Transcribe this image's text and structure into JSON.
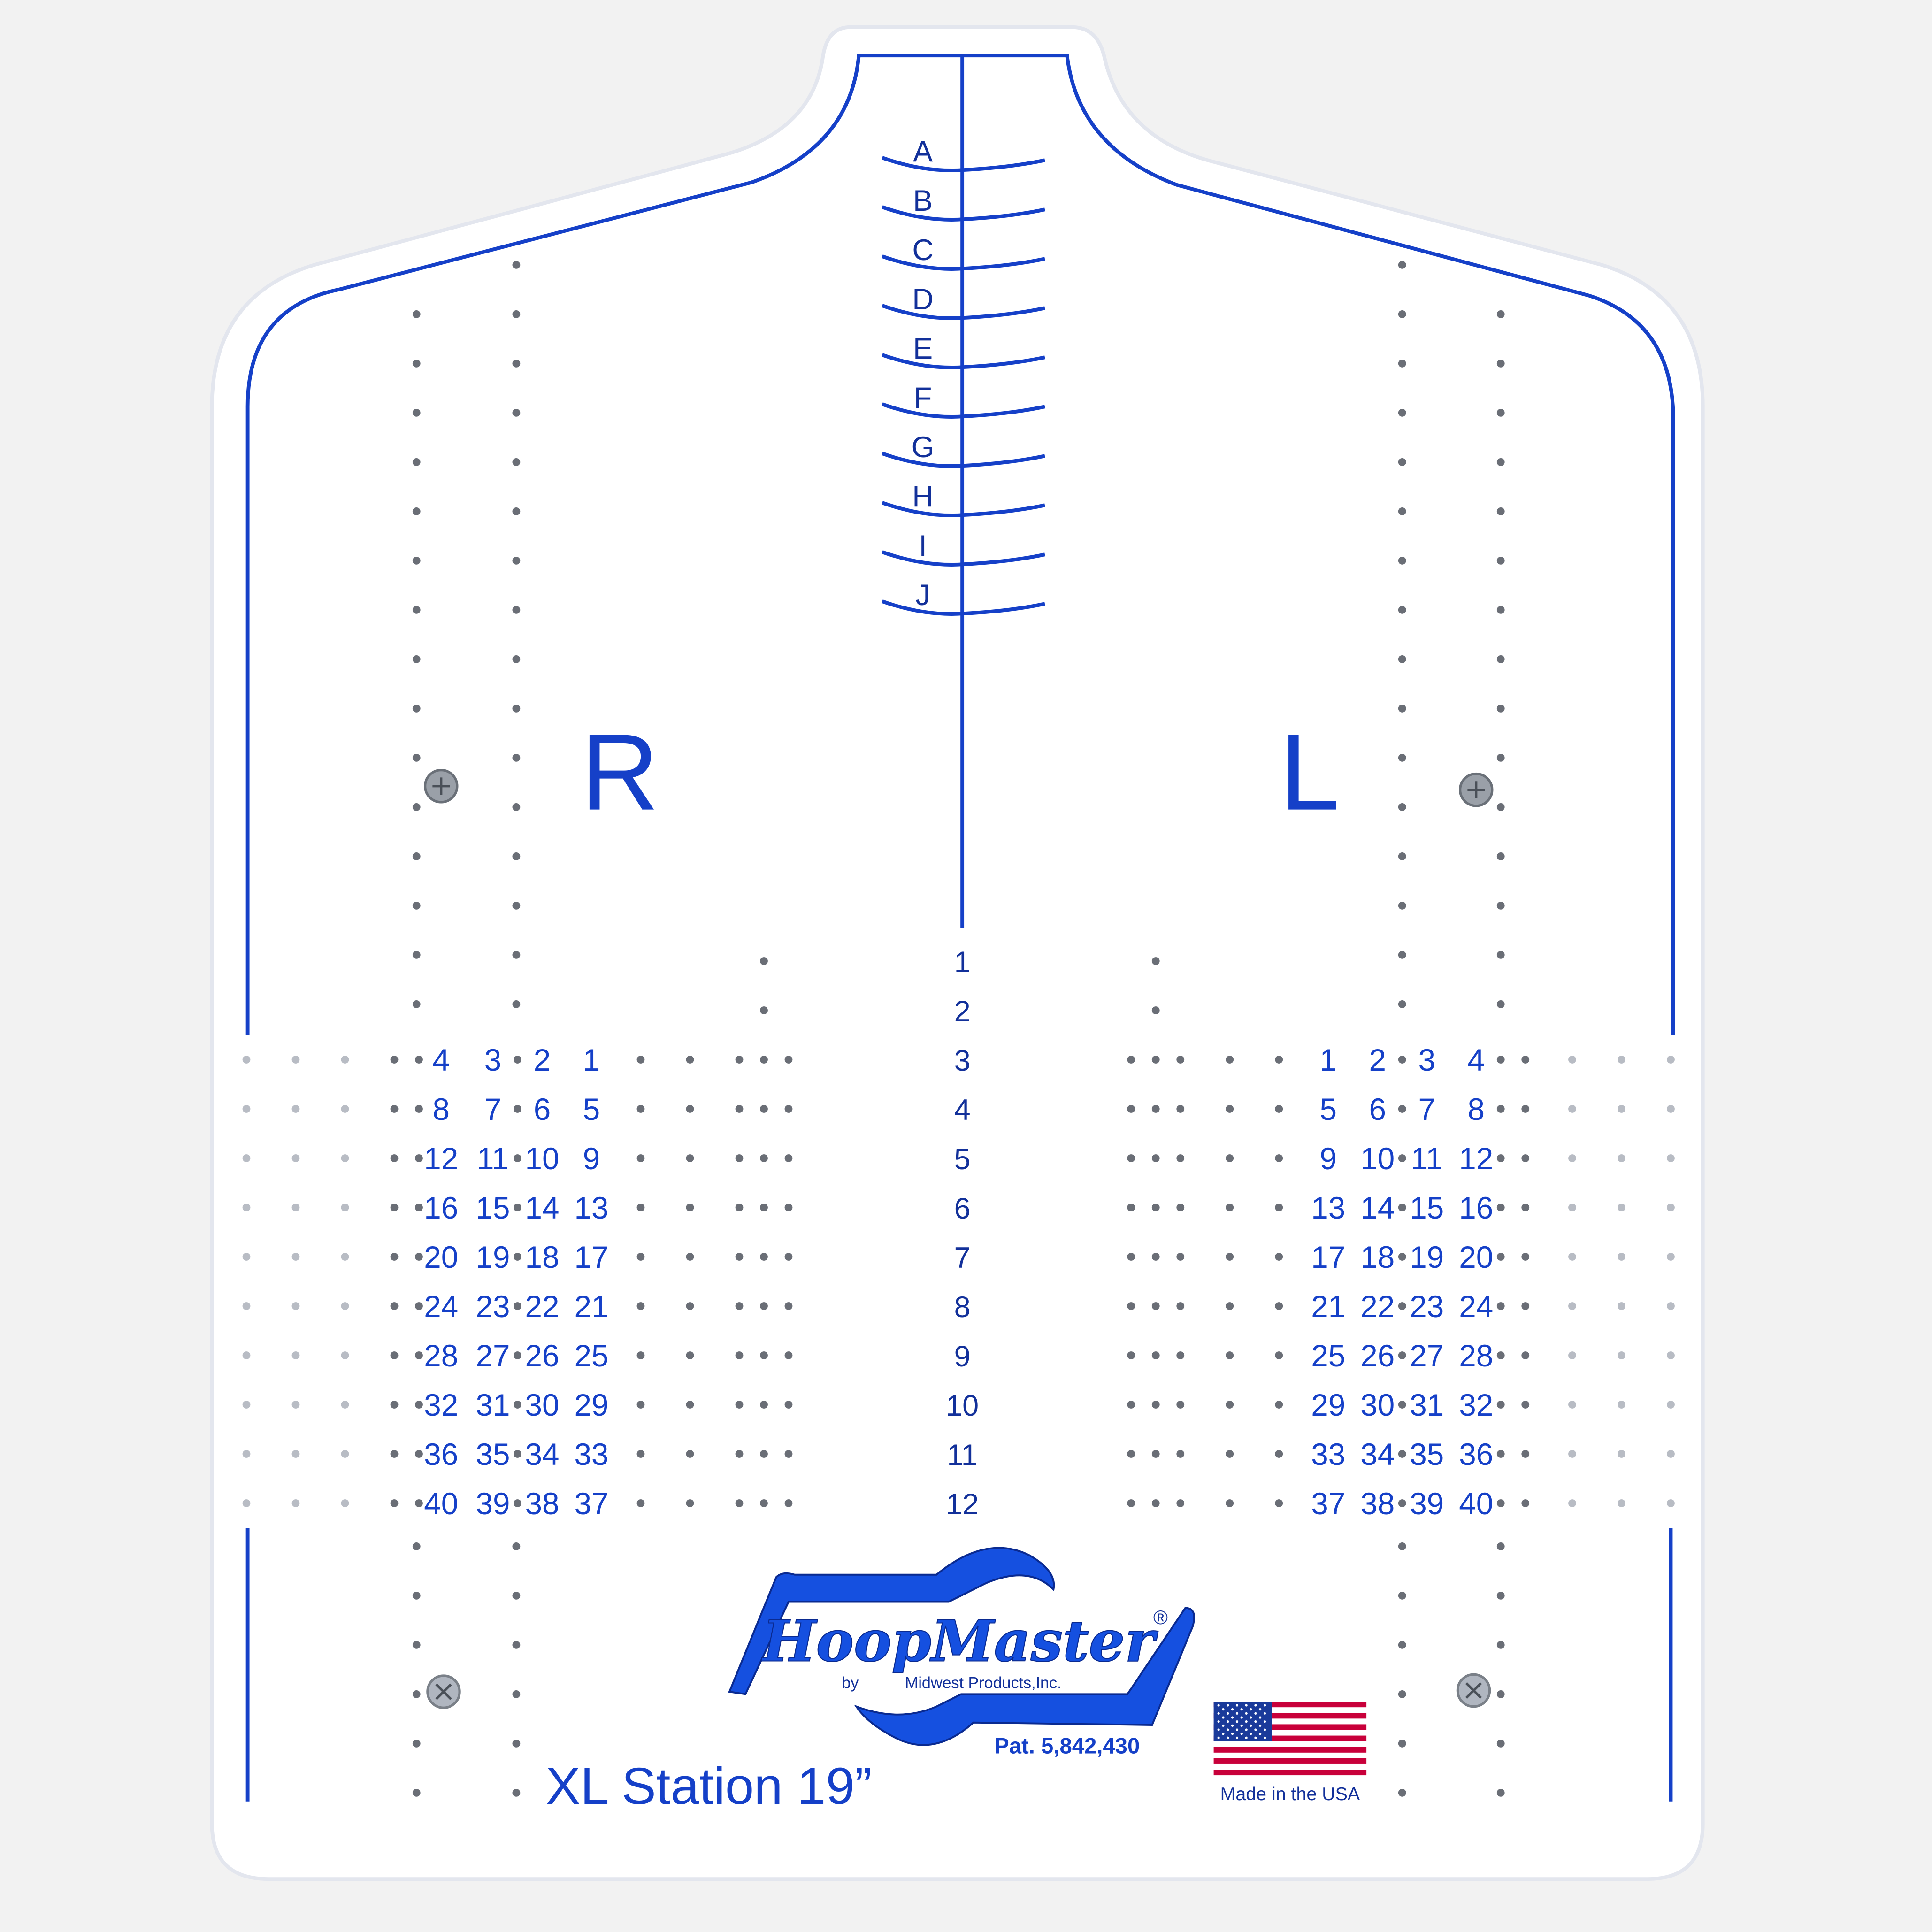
{
  "board": {
    "brand": "HoopMaster",
    "registered_mark": "®",
    "byline_by": "by",
    "byline_company": "Midwest Products,Inc.",
    "patent": "Pat. 5,842,430",
    "model": "XL Station 19”",
    "made_in": "Made in the USA",
    "side_right": "R",
    "side_left": "L"
  },
  "neck_letters": [
    "A",
    "B",
    "C",
    "D",
    "E",
    "F",
    "G",
    "H",
    "I",
    "J"
  ],
  "center_numbers": [
    "1",
    "2",
    "3",
    "4",
    "5",
    "6",
    "7",
    "8",
    "9",
    "10",
    "11",
    "12"
  ],
  "left_grid": [
    [
      "4",
      "3",
      "2",
      "1"
    ],
    [
      "8",
      "7",
      "6",
      "5"
    ],
    [
      "12",
      "11",
      "10",
      "9"
    ],
    [
      "16",
      "15",
      "14",
      "13"
    ],
    [
      "20",
      "19",
      "18",
      "17"
    ],
    [
      "24",
      "23",
      "22",
      "21"
    ],
    [
      "28",
      "27",
      "26",
      "25"
    ],
    [
      "32",
      "31",
      "30",
      "29"
    ],
    [
      "36",
      "35",
      "34",
      "33"
    ],
    [
      "40",
      "39",
      "38",
      "37"
    ]
  ],
  "right_grid": [
    [
      "1",
      "2",
      "3",
      "4"
    ],
    [
      "5",
      "6",
      "7",
      "8"
    ],
    [
      "9",
      "10",
      "11",
      "12"
    ],
    [
      "13",
      "14",
      "15",
      "16"
    ],
    [
      "17",
      "18",
      "19",
      "20"
    ],
    [
      "21",
      "22",
      "23",
      "24"
    ],
    [
      "25",
      "26",
      "27",
      "28"
    ],
    [
      "29",
      "30",
      "31",
      "32"
    ],
    [
      "33",
      "34",
      "35",
      "36"
    ],
    [
      "37",
      "38",
      "39",
      "40"
    ]
  ],
  "colors": {
    "line_blue": "#1540c8",
    "text_navy": "#12309a",
    "flag_red": "#c8003a",
    "flag_blue": "#1a3a9a",
    "background": "#f2f2f2"
  }
}
